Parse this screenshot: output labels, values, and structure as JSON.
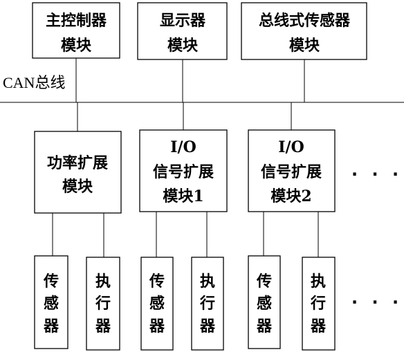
{
  "bus_label": "CAN总线",
  "top_modules": [
    {
      "id": "main-controller",
      "lines": [
        "主控制器",
        "模块"
      ]
    },
    {
      "id": "display",
      "lines": [
        "显示器",
        "模块"
      ]
    },
    {
      "id": "bus-sensor",
      "lines": [
        "总线式传感器",
        "模块"
      ]
    }
  ],
  "expansion_modules": [
    {
      "id": "power-expansion",
      "lines": [
        "功率扩展",
        "模块"
      ]
    },
    {
      "id": "io-expansion-1",
      "lines": [
        "I/O",
        "信号扩展",
        "模块1"
      ]
    },
    {
      "id": "io-expansion-2",
      "lines": [
        "I/O",
        "信号扩展",
        "模块2"
      ]
    }
  ],
  "devices": [
    {
      "id": "sensor-1",
      "lines": [
        "传",
        "感",
        "器"
      ]
    },
    {
      "id": "actuator-1",
      "lines": [
        "执",
        "行",
        "器"
      ]
    },
    {
      "id": "sensor-2",
      "lines": [
        "传",
        "感",
        "器"
      ]
    },
    {
      "id": "actuator-2",
      "lines": [
        "执",
        "行",
        "器"
      ]
    },
    {
      "id": "sensor-3",
      "lines": [
        "传",
        "感",
        "器"
      ]
    },
    {
      "id": "actuator-3",
      "lines": [
        "执",
        "行",
        "器"
      ]
    }
  ],
  "ellipsis_mid": "· · ·",
  "ellipsis_bottom": "· · ·"
}
